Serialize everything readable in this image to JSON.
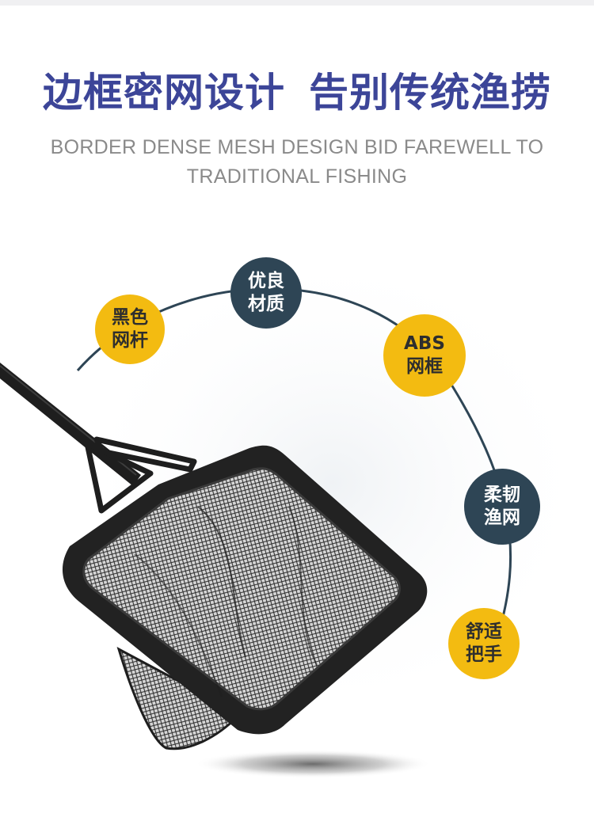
{
  "header": {
    "title_part1": "边框密网设计",
    "title_part2": "告别传统渔捞",
    "subtitle_line1": "BORDER DENSE MESH DESIGN BID FAREWELL TO",
    "subtitle_line2": "TRADITIONAL FISHING"
  },
  "features": [
    {
      "line1": "黑色",
      "line2": "网杆"
    },
    {
      "line1": "优良",
      "line2": "材质"
    },
    {
      "line1": "ABS",
      "line2": "网框"
    },
    {
      "line1": "柔韧",
      "line2": "渔网"
    },
    {
      "line1": "舒适",
      "line2": "把手"
    }
  ],
  "colors": {
    "title": "#3c4598",
    "badge_yellow": "#f3bb11",
    "badge_navy": "#2e4555",
    "arc": "#2e4555"
  }
}
